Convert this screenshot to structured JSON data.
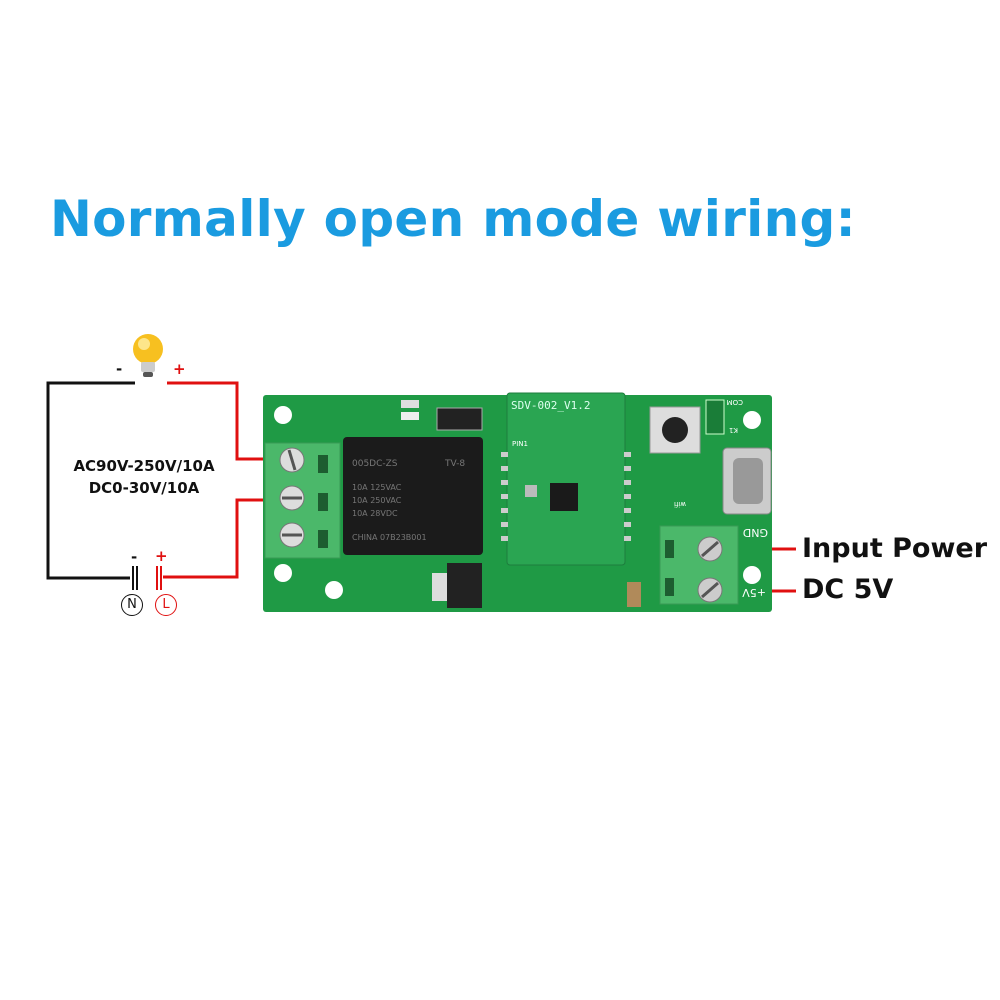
{
  "title": "Normally open mode wiring:",
  "load_circuit": {
    "rating_line1": "AC90V-250V/10A",
    "rating_line2": "DC0-30V/10A",
    "bulb_minus": "-",
    "bulb_plus": "+",
    "source_minus": "-",
    "source_plus": "+",
    "neutral": "N",
    "live": "L"
  },
  "board": {
    "module_label": "SDV-002_V1.2",
    "pin_label": "PIN1",
    "relay_text": [
      "005DC-ZS",
      "TV-8",
      "10A 125VAC",
      "10A 250VAC",
      "10A 28VDC",
      "CHINA 07B23B001"
    ],
    "gnd_label": "GND",
    "plus5v_label": "+5V",
    "com_label": "COM",
    "k1_label": "K1",
    "wifi_label": "wifi"
  },
  "power_labels": {
    "input_power": "Input Power",
    "dc5v": "DC 5V"
  },
  "colors": {
    "title": "#1a9be0",
    "wire_live": "#e01010",
    "wire_neutral": "#111111",
    "pcb": "#1f9a45",
    "terminal": "#4bb86a"
  }
}
